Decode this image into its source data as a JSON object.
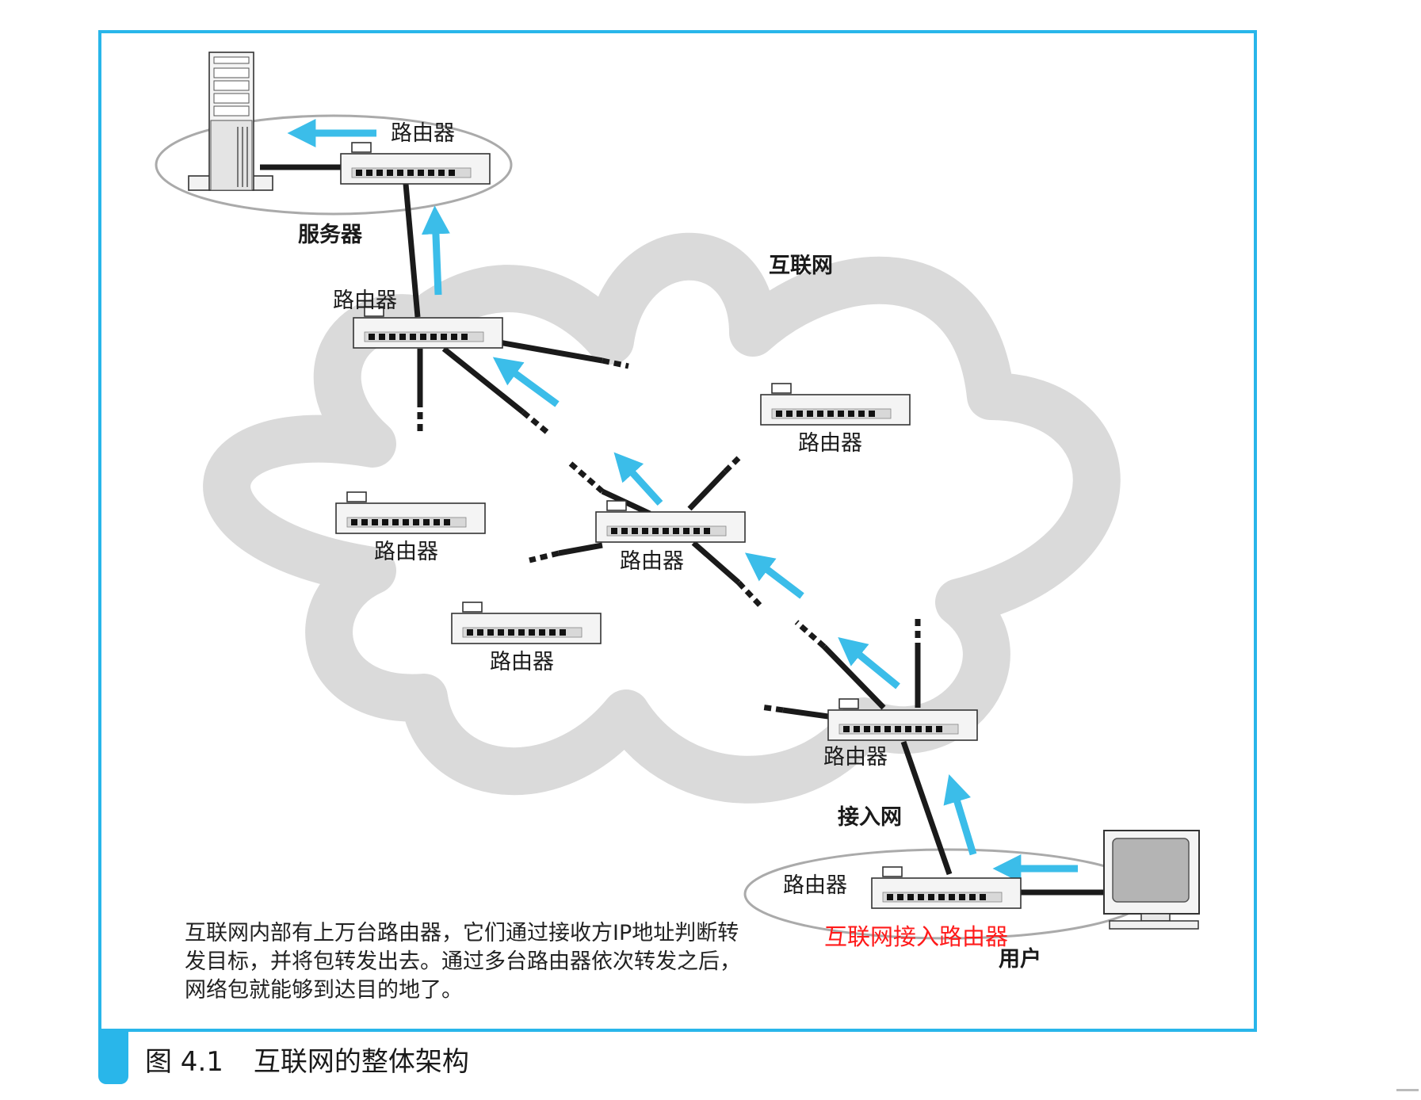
{
  "labels": {
    "router": "路由器",
    "server": "服务器",
    "internet": "互联网",
    "access_network": "接入网",
    "user": "用户"
  },
  "description_lines": [
    "互联网内部有上万台路由器，它们通过接收方IP地址判断转",
    "发目标，并将包转发出去。通过多台路由器依次转发之后，",
    "网络包就能够到达目的地了。"
  ],
  "annotation_red": "互联网接入路由器",
  "caption": {
    "figure_number": "图 4.1",
    "title": "互联网的整体架构"
  },
  "colors": {
    "frame": "#29b6ea",
    "arrow": "#3bbde9",
    "cloud": "#dadada",
    "cable": "#1a1a1a",
    "annotation": "#ff1a1a"
  }
}
